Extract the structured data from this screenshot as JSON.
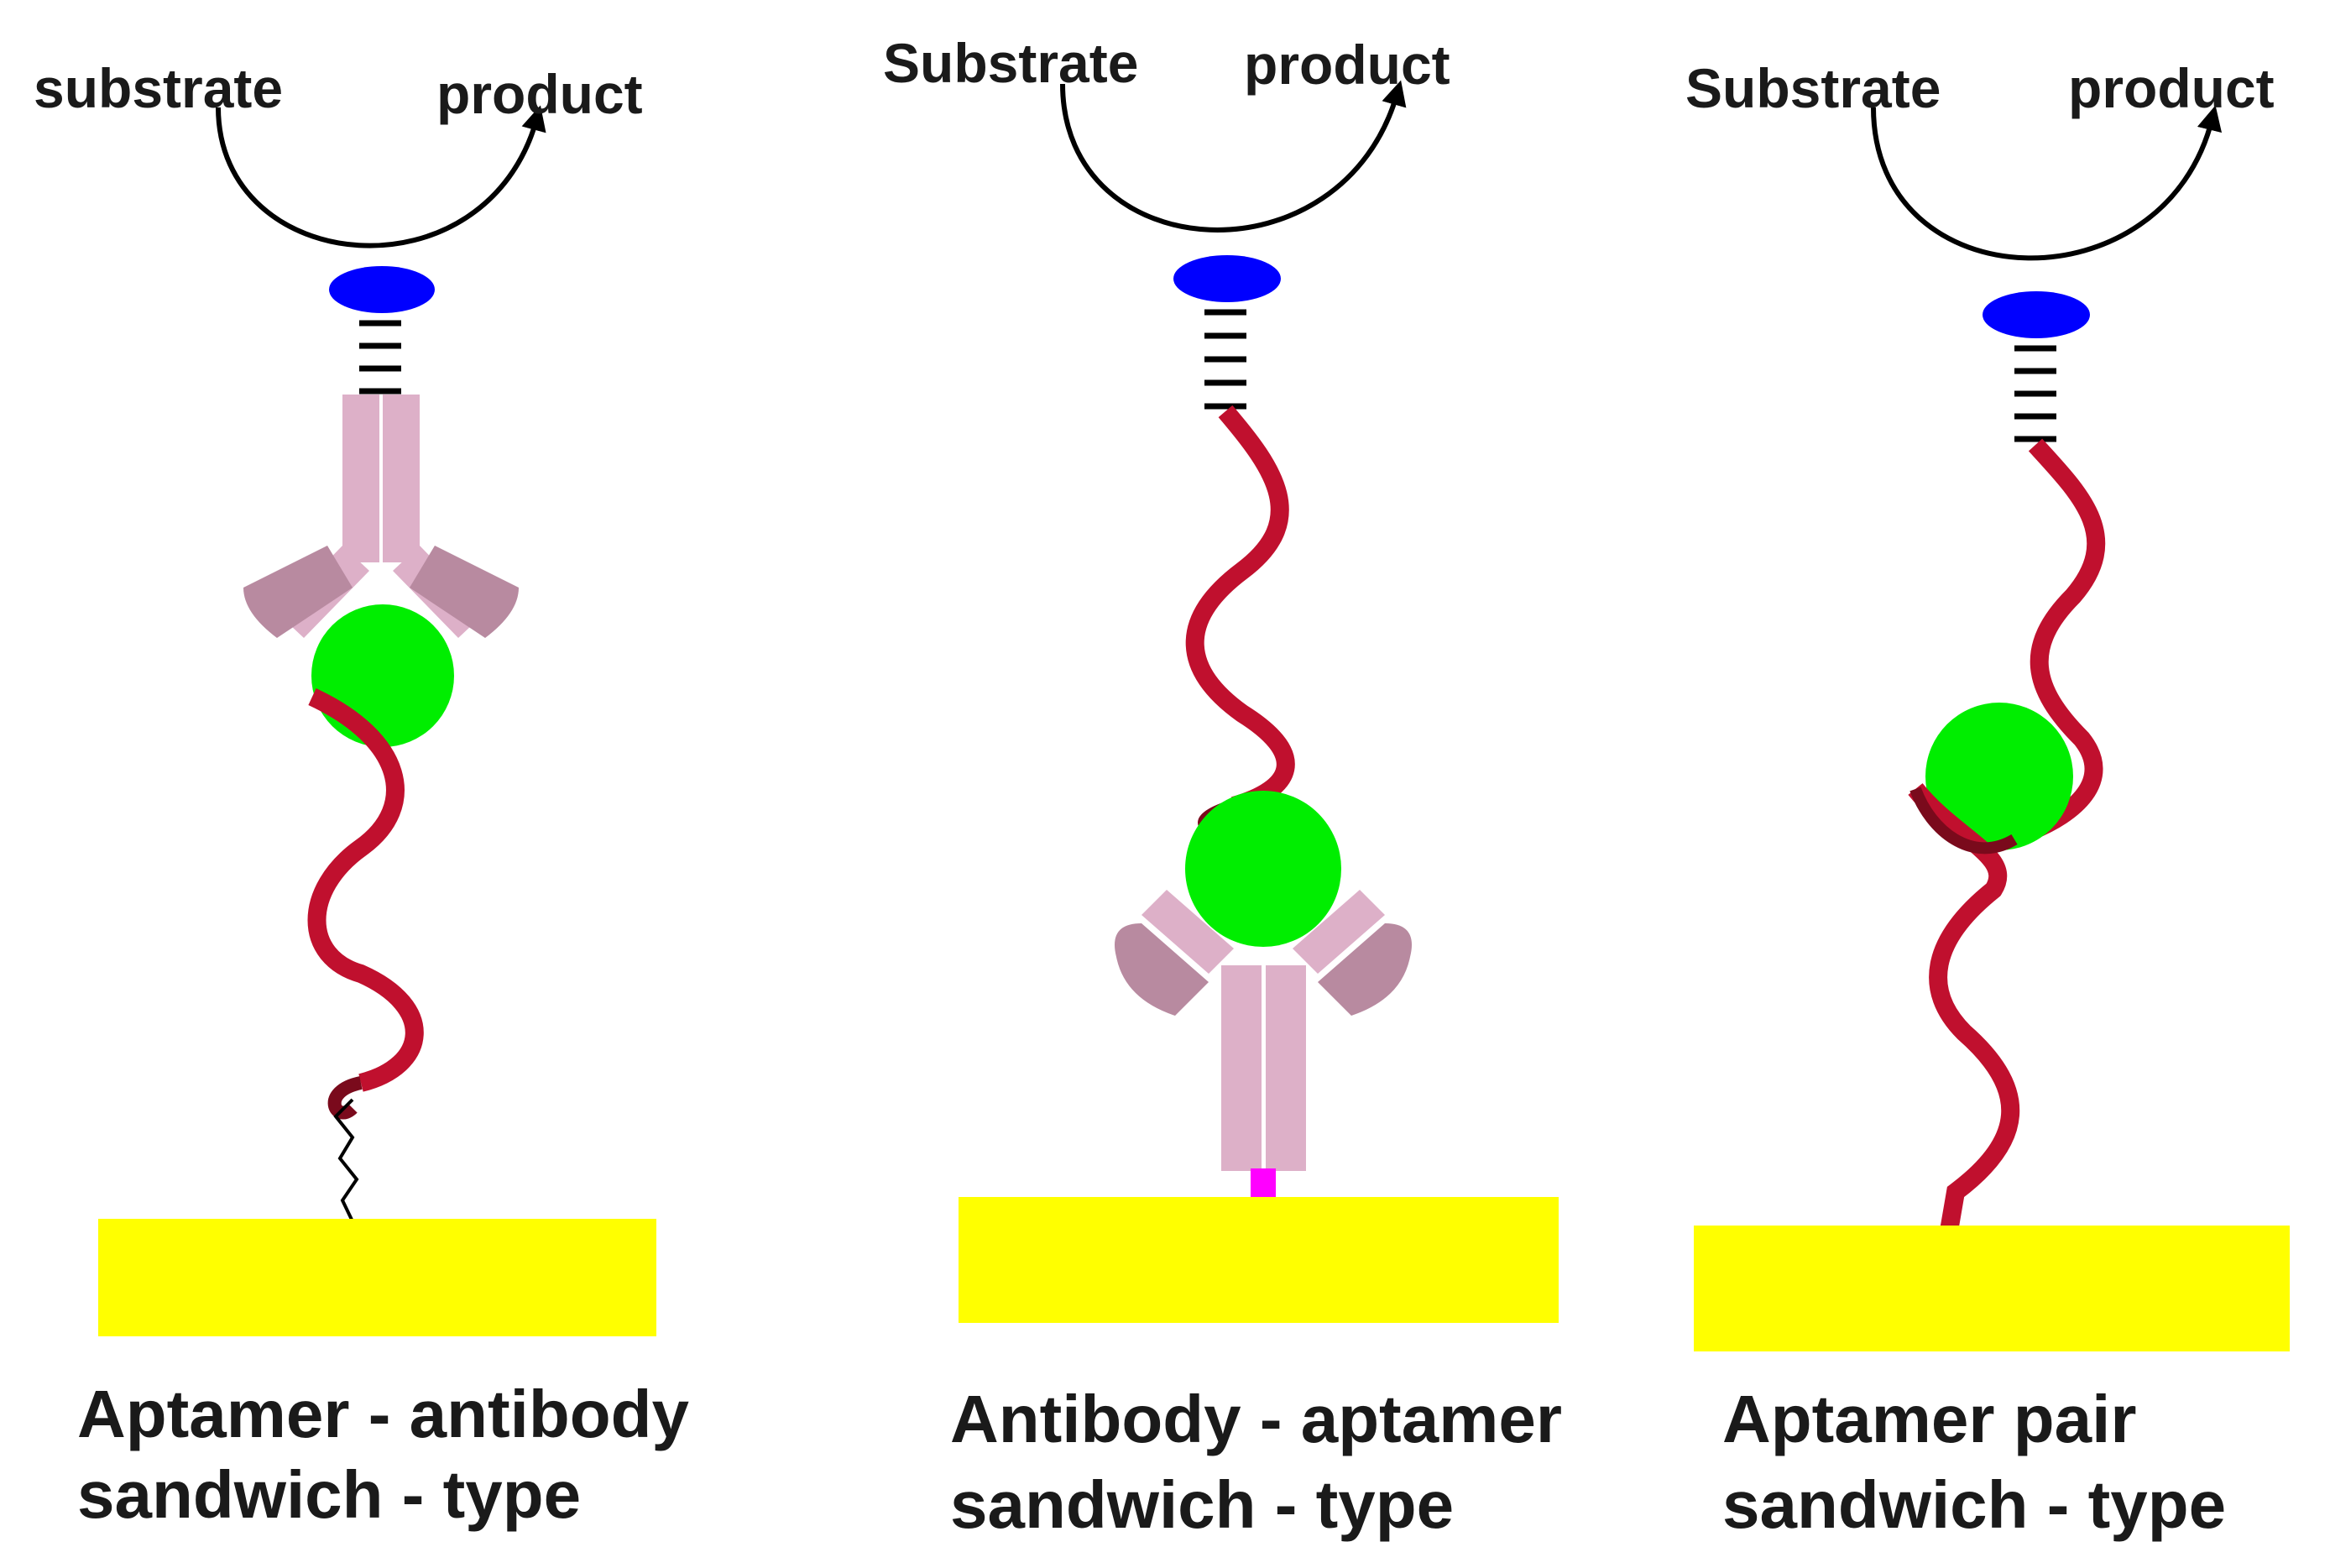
{
  "colors": {
    "substrate_block": "#ffff00",
    "enzyme": "#0000ff",
    "target": "#00ee00",
    "aptamer": "#c0102e",
    "aptamer_dark": "#7a0a1c",
    "antibody": "#ddb0c8",
    "antibody_arm": "#b88aa0",
    "linker": "#ff00ff",
    "text": "#1a1a1a"
  },
  "panels": [
    {
      "substrate_label": "substrate",
      "product_label": "product",
      "caption_line1": "Aptamer - antibody",
      "caption_line2": "sandwich - type"
    },
    {
      "substrate_label": "Substrate",
      "product_label": "product",
      "caption_line1": "Antibody - aptamer",
      "caption_line2": "sandwich - type"
    },
    {
      "substrate_label": "Substrate",
      "product_label": "product",
      "caption_line1": "Aptamer pair",
      "caption_line2": "sandwich - type"
    }
  ]
}
